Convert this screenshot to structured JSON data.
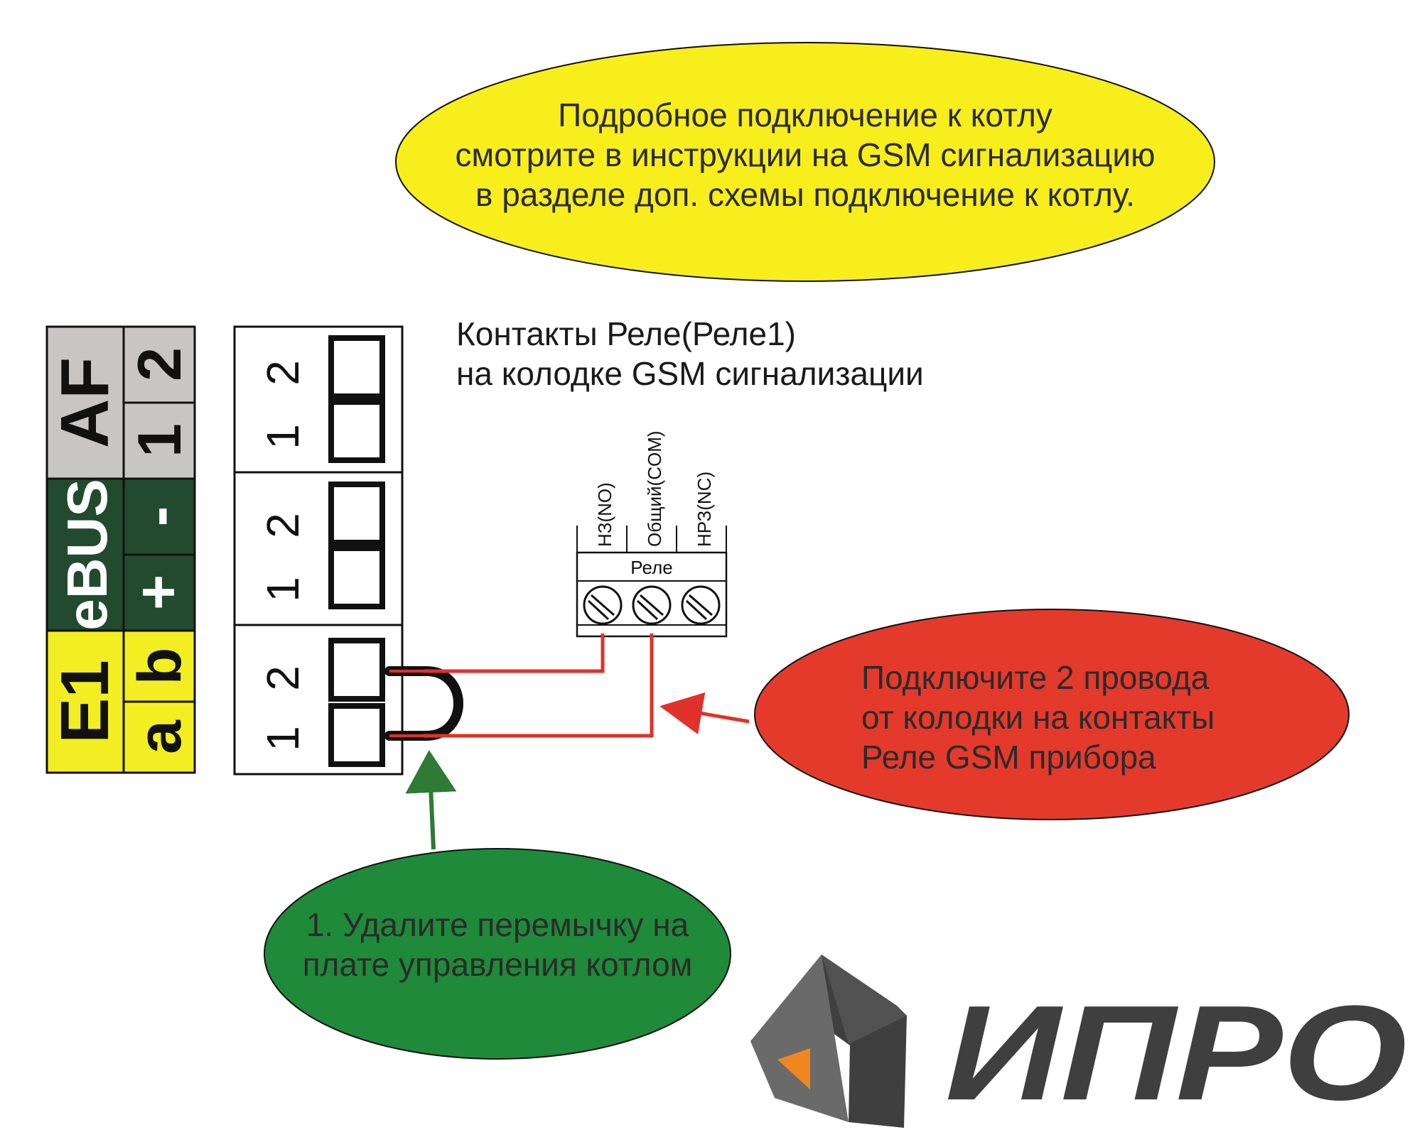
{
  "callouts": {
    "info": {
      "lines": [
        "Подробное подключение к котлу",
        "смотрите в инструкции на GSM сигнализацию",
        "в разделе доп. схемы подключение к котлу."
      ],
      "color": "#f7ee1c"
    },
    "connect": {
      "lines": [
        "Подключите 2 провода",
        "от колодки на контакты",
        "Реле GSM прибора"
      ],
      "color": "#e43a2c"
    },
    "remove": {
      "lines": [
        "1. Удалите перемычку на",
        "плате управления котлом"
      ],
      "color": "#1f8a3a"
    }
  },
  "relay_title": {
    "lines": [
      "Контакты Реле(Реле1)",
      "на колодке GSM сигнализации"
    ]
  },
  "relay_block": {
    "label": "Реле",
    "terminals": [
      "НЗ(NO)",
      "Общий(COM)",
      "НРЗ(NC)"
    ]
  },
  "boiler_connector": {
    "blocks": [
      {
        "name": "AF",
        "pins": [
          "1",
          "2"
        ],
        "color": "#c8c6c4"
      },
      {
        "name": "eBUS",
        "pins": [
          "+",
          "-"
        ],
        "color": "#224a2e"
      },
      {
        "name": "E1",
        "pins": [
          "a",
          "b"
        ],
        "color": "#f3ee22"
      }
    ],
    "socket_pins": [
      "1",
      "2"
    ]
  },
  "colors": {
    "wire_red": "#e0322a",
    "arrow_red": "#e0322a",
    "arrow_green": "#2f7a35",
    "jumper": "#111111",
    "logo_dark": "#3f3f3f",
    "logo_orange": "#f0861f"
  },
  "logo": {
    "text": "ИПРО"
  }
}
